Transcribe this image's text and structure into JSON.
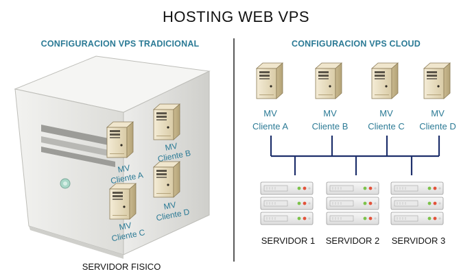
{
  "title": "HOSTING WEB VPS",
  "left": {
    "heading": "CONFIGURACION VPS TRADICIONAL",
    "host_label": "SERVIDOR FISICO",
    "vms": [
      {
        "line1": "MV",
        "line2": "Cliente A"
      },
      {
        "line1": "MV",
        "line2": "Cliente B"
      },
      {
        "line1": "MV",
        "line2": "Cliente C"
      },
      {
        "line1": "MV",
        "line2": "Cliente D"
      }
    ]
  },
  "right": {
    "heading": "CONFIGURACION VPS CLOUD",
    "vms": [
      {
        "line1": "MV",
        "line2": "Cliente A"
      },
      {
        "line1": "MV",
        "line2": "Cliente B"
      },
      {
        "line1": "MV",
        "line2": "Cliente C"
      },
      {
        "line1": "MV",
        "line2": "Cliente D"
      }
    ],
    "servers": [
      {
        "label": "SERVIDOR 1"
      },
      {
        "label": "SERVIDOR 2"
      },
      {
        "label": "SERVIDOR 3"
      }
    ]
  },
  "colors": {
    "accent_blue": "#2b7a95",
    "connector_navy": "#1d2f6b",
    "tower_beige": "#e8dcc0",
    "led_green": "#7cc24a",
    "led_red": "#e2523a"
  },
  "icons": {
    "vm": "tower-server-icon",
    "rack": "rack-server-icon",
    "host": "physical-server-icon"
  }
}
